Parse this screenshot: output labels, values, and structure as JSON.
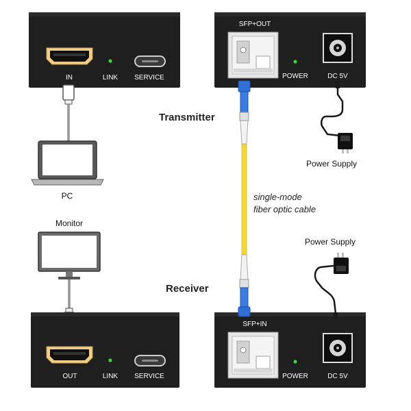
{
  "transmitter_local": {
    "port_hdmi": "IN",
    "port_link": "LINK",
    "port_service": "SERVICE"
  },
  "transmitter_remote": {
    "port_sfp": "SFP+OUT",
    "port_power": "POWER",
    "port_dc": "DC 5V"
  },
  "receiver_local": {
    "port_hdmi": "OUT",
    "port_link": "LINK",
    "port_service": "SERVICE"
  },
  "receiver_remote": {
    "port_sfp": "SFP+IN",
    "port_power": "POWER",
    "port_dc": "DC 5V"
  },
  "labels": {
    "pc": "PC",
    "monitor": "Monitor",
    "transmitter": "Transmitter",
    "receiver": "Receiver",
    "cable_line1": "single-mode",
    "cable_line2": "fiber optic cable",
    "power_supply_top": "Power Supply",
    "power_supply_bottom": "Power Supply"
  },
  "colors": {
    "device_body": "#1f1f1f",
    "fiber": "#f6d632",
    "connector": "#2f6fd6",
    "led": "#3fd23f"
  }
}
